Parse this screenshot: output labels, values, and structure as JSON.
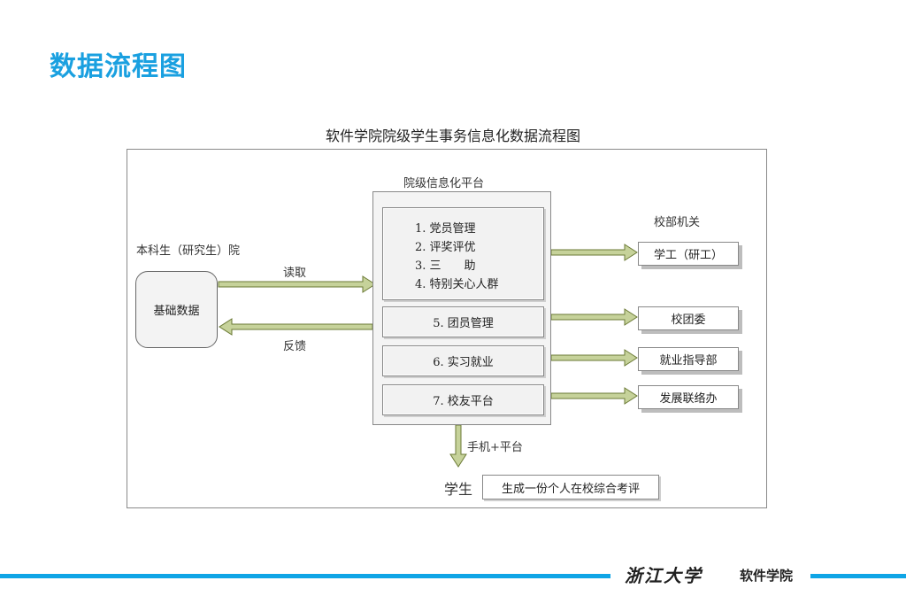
{
  "slide": {
    "title": "数据流程图"
  },
  "diagram": {
    "title": "软件学院院级学生事务信息化数据流程图",
    "college_label": "本科生（研究生）院",
    "base_data": "基础数据",
    "read_label": "读取",
    "feedback_label": "反馈",
    "platform_label": "院级信息化平台",
    "modules": [
      "1. 党员管理",
      "2. 评奖评优",
      "3. 三　　助",
      "4. 特别关心人群",
      "5. 团员管理",
      "6. 实习就业",
      "7. 校友平台"
    ],
    "dept_label": "校部机关",
    "departments": [
      "学工（研工）",
      "校团委",
      "就业指导部",
      "发展联络办"
    ],
    "mobile_label": "手机+平台",
    "student_label": "学生",
    "student_output": "生成一份个人在校综合考评"
  },
  "footer": {
    "university": "浙江大学",
    "college": "软件学院"
  },
  "colors": {
    "title_blue": "#1aa0e0",
    "divider_blue": "#0fa5e6",
    "arrow_fill": "#c6d29a",
    "arrow_stroke": "#6b7a35"
  }
}
